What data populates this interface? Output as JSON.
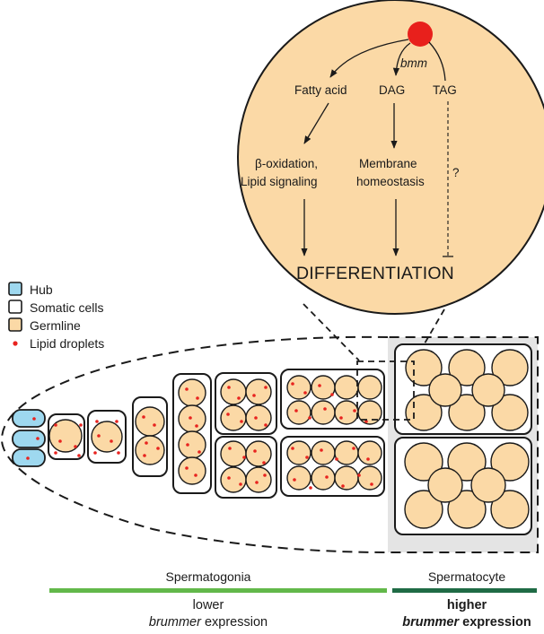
{
  "colors": {
    "germline_fill": "#fbd9a6",
    "hub_fill": "#9ed8ef",
    "lipid_dot": "#e8231f",
    "top_dot": "#e8201c",
    "spermatogonia_bar": "#62b84a",
    "spermatocyte_bar": "#1f6b45",
    "spermatocyte_bg": "#e4e4e4",
    "outline": "#1a1a1a"
  },
  "legend": {
    "hub": "Hub",
    "somatic": "Somatic cells",
    "germline": "Germline",
    "lipid": "Lipid droplets"
  },
  "pathway": {
    "enzyme": "bmm",
    "fatty_acid": "Fatty acid",
    "dag": "DAG",
    "tag": "TAG",
    "beta_line1": "β-oxidation,",
    "beta_line2": "Lipid signaling",
    "membrane_line1": "Membrane",
    "membrane_line2": "homeostasis",
    "question": "?",
    "differentiation": "DIFFERENTIATION"
  },
  "stages": {
    "spermatogonia": "Spermatogonia",
    "spermatocyte": "Spermatocyte",
    "lower": "lower",
    "lower_gene": "brummer",
    "lower_suffix": " expression",
    "higher": "higher",
    "higher_gene": "brummer",
    "higher_suffix": " expression"
  }
}
